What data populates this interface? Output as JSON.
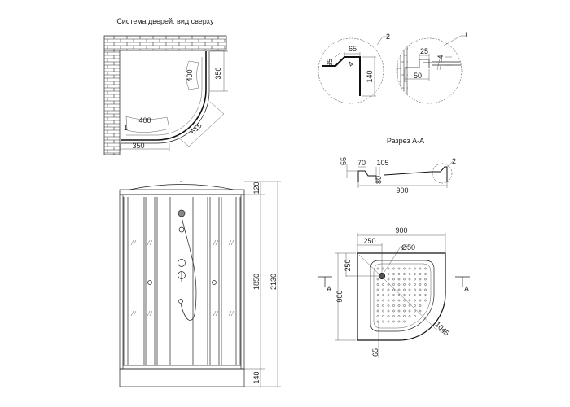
{
  "plan_view": {
    "title": "Система дверей: вид сверху",
    "dims": {
      "door_v": "350",
      "arc_v": "400",
      "arc_h": "400",
      "door_h": "350",
      "diag": "615",
      "callout": "1"
    }
  },
  "detail_2": {
    "callout": "2",
    "dims": {
      "a": "35",
      "b": "65",
      "c": "4",
      "d": "140"
    }
  },
  "detail_1": {
    "callout": "1",
    "dims": {
      "a": "25",
      "b": "4",
      "c": "50"
    }
  },
  "section": {
    "title": "Разрез А-А",
    "callout": "2",
    "dims": {
      "h": "55",
      "a": "70",
      "b": "105",
      "c": "80",
      "w": "900"
    }
  },
  "elevation": {
    "dims": {
      "top": "120",
      "body": "1850",
      "total": "2130",
      "tray": "140"
    }
  },
  "tray_plan": {
    "dims": {
      "w": "900",
      "x": "250",
      "y": "250",
      "h": "900",
      "drain": "Ø50",
      "diag": "1045",
      "rim": "65"
    },
    "section_marks": [
      "A",
      "A"
    ]
  }
}
